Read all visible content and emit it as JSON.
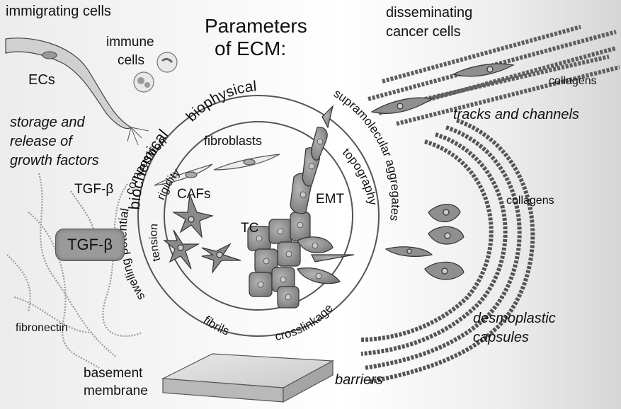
{
  "title": [
    "Parameters",
    "of ECM:"
  ],
  "left": {
    "immigrating_cells": "immigrating cells",
    "immune_cells": [
      "immune",
      "cells"
    ],
    "ecs": "ECs",
    "storage": [
      "storage and",
      "release of",
      "growth factors"
    ],
    "tgf_label": "TGF-β",
    "tgf_box": "TGF-β",
    "fibronectin": "fibronectin",
    "basement": [
      "basement",
      "membrane"
    ]
  },
  "rings": {
    "outer_title": "biochemical",
    "inner_title": "biophysical",
    "outer_words": [
      "composition",
      "swelling potential",
      "supramolecular aggregates"
    ],
    "inner_words": [
      "rigidity",
      "tension",
      "fibrils",
      "crosslinkage",
      "topography"
    ]
  },
  "center": {
    "fibroblasts": "fibroblasts",
    "cafs": "CAFs",
    "tc": "TC",
    "emt": "EMT"
  },
  "right": {
    "disseminating": [
      "disseminating",
      "cancer cells"
    ],
    "collagens_top": "collagens",
    "tracks": "tracks and channels",
    "collagens_mid": "collagens",
    "desmoplastic": [
      "desmoplastic",
      "capsules"
    ]
  },
  "bottom": {
    "barriers": "barriers"
  },
  "colors": {
    "cell_fill": "#8f8f8f",
    "cell_stroke": "#333333",
    "ring": "#555555",
    "fiber": "#6d6d6d"
  }
}
